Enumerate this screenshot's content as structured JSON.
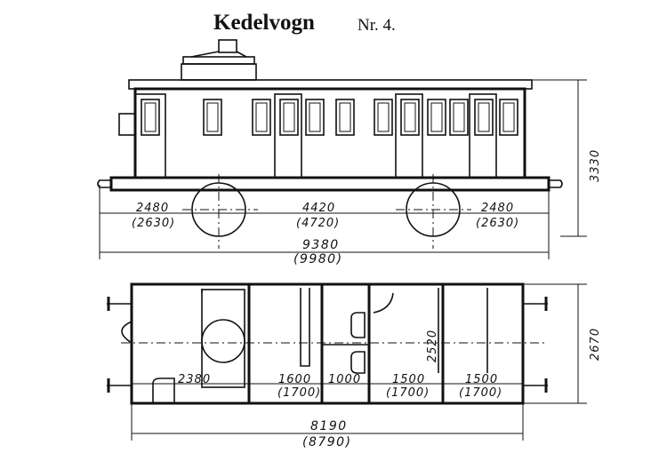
{
  "title": {
    "main": "Kedelvogn",
    "number": "Nr. 4."
  },
  "side_view": {
    "dims": {
      "left_overhang": "2480",
      "left_overhang_alt": "(2630)",
      "wheelbase": "4420",
      "wheelbase_alt": "(4720)",
      "right_overhang": "2480",
      "right_overhang_alt": "(2630)",
      "length_over_buffers": "9380",
      "length_over_buffers_alt": "(9980)",
      "height": "3330"
    }
  },
  "plan_view": {
    "dims": {
      "room_a": "2380",
      "room_b": "1600",
      "room_b_alt": "(1700)",
      "room_c": "1000",
      "room_d": "1500",
      "room_d_alt": "(1700)",
      "room_e": "1500",
      "room_e_alt": "(1700)",
      "inner_width": "2520",
      "width": "2670",
      "body_length": "8190",
      "body_length_alt": "(8790)"
    }
  }
}
